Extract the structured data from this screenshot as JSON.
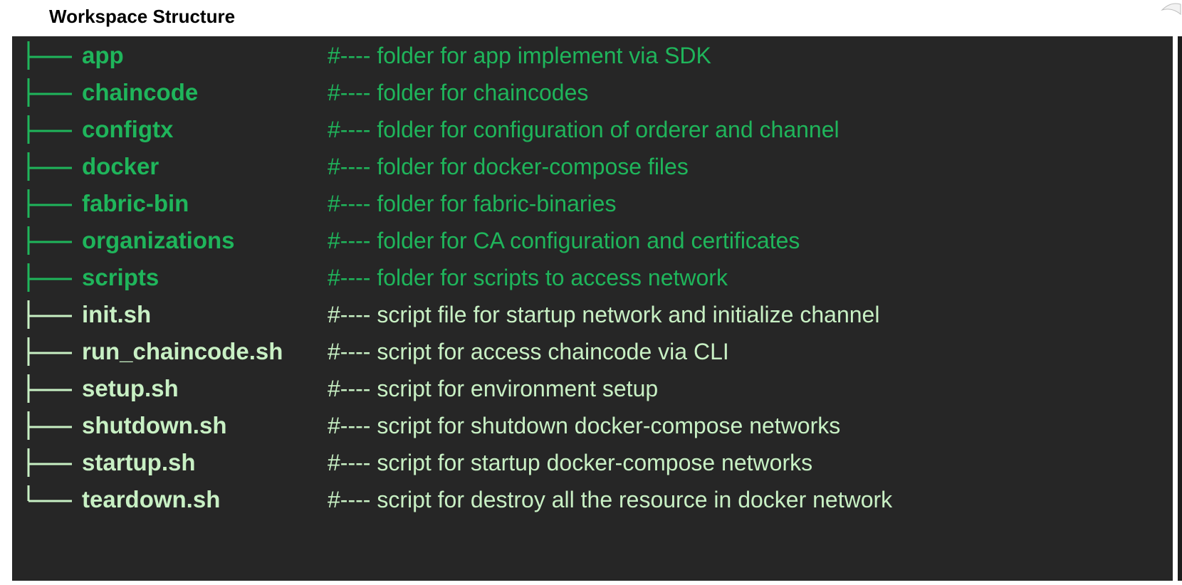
{
  "title": "Workspace Structure",
  "colors": {
    "folder": "#1fb55b",
    "file": "#c8f0c4",
    "background": "#262626"
  },
  "entries": [
    {
      "name": "app",
      "comment": "#---- folder for app implement via SDK",
      "kind": "folder",
      "last": false
    },
    {
      "name": "chaincode",
      "comment": "#---- folder for chaincodes",
      "kind": "folder",
      "last": false
    },
    {
      "name": "configtx",
      "comment": "#---- folder for configuration of orderer and channel",
      "kind": "folder",
      "last": false
    },
    {
      "name": "docker",
      "comment": "#---- folder for docker-compose files",
      "kind": "folder",
      "last": false
    },
    {
      "name": "fabric-bin",
      "comment": "#---- folder for fabric-binaries",
      "kind": "folder",
      "last": false
    },
    {
      "name": "organizations",
      "comment": "#---- folder for CA configuration and certificates",
      "kind": "folder",
      "last": false
    },
    {
      "name": "scripts",
      "comment": "#---- folder for scripts to access network",
      "kind": "folder",
      "last": false
    },
    {
      "name": "init.sh",
      "comment": "#---- script file for startup network and initialize channel",
      "kind": "file",
      "last": false
    },
    {
      "name": "run_chaincode.sh",
      "comment": "#---- script for access chaincode via CLI",
      "kind": "file",
      "last": false
    },
    {
      "name": "setup.sh",
      "comment": "#---- script for environment setup",
      "kind": "file",
      "last": false
    },
    {
      "name": "shutdown.sh",
      "comment": "#---- script for shutdown docker-compose networks",
      "kind": "file",
      "last": false
    },
    {
      "name": "startup.sh",
      "comment": "#---- script for startup docker-compose networks",
      "kind": "file",
      "last": false
    },
    {
      "name": "teardown.sh",
      "comment": "#---- script for destroy all the resource in docker network",
      "kind": "file",
      "last": true
    }
  ]
}
